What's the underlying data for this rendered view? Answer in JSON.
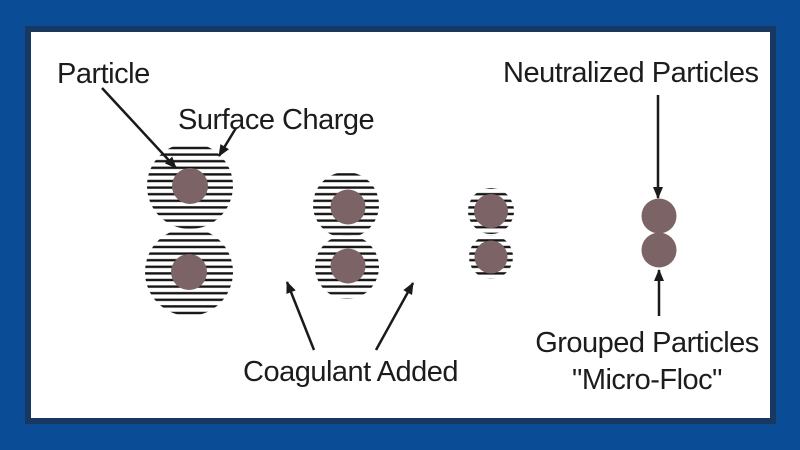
{
  "frame": {
    "outer_color": "#0a4d96",
    "inner_border_color": "#183862",
    "panel_color": "#ffffff"
  },
  "colors": {
    "particle": "#7c6466",
    "stripe": "#151515",
    "arrow": "#1a1a1a",
    "text": "#1c1c1c"
  },
  "labels": {
    "particle": "Particle",
    "surface_charge": "Surface Charge",
    "neutralized_particles": "Neutralized Particles",
    "coagulant_added": "Coagulant Added",
    "grouped_particles": "Grouped Particles",
    "micro_floc": "\"Micro-Floc\""
  },
  "stages": [
    {
      "name": "charged-particles",
      "surface_charge_cloud": "large",
      "particle_count": 2
    },
    {
      "name": "coagulant-added",
      "surface_charge_cloud": "medium",
      "particle_count": 2
    },
    {
      "name": "charge-reduced",
      "surface_charge_cloud": "small",
      "particle_count": 2
    },
    {
      "name": "micro-floc",
      "surface_charge_cloud": "none",
      "particle_count": 2
    }
  ]
}
